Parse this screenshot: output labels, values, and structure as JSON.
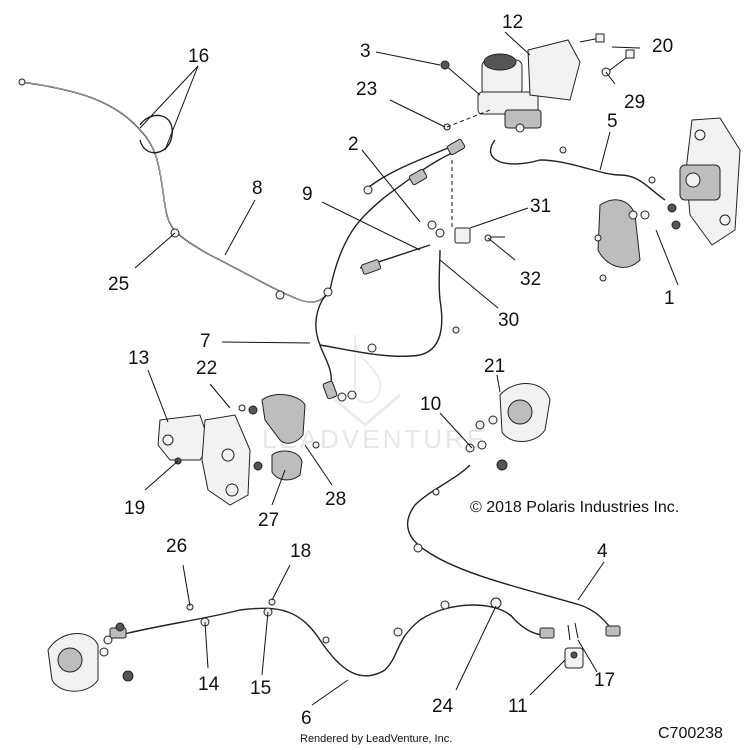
{
  "callouts": [
    {
      "id": "c1",
      "label": "1"
    },
    {
      "id": "c2",
      "label": "2"
    },
    {
      "id": "c3",
      "label": "3"
    },
    {
      "id": "c4",
      "label": "4"
    },
    {
      "id": "c5",
      "label": "5"
    },
    {
      "id": "c6",
      "label": "6"
    },
    {
      "id": "c7",
      "label": "7"
    },
    {
      "id": "c8",
      "label": "8"
    },
    {
      "id": "c9",
      "label": "9"
    },
    {
      "id": "c10",
      "label": "10"
    },
    {
      "id": "c11",
      "label": "11"
    },
    {
      "id": "c12",
      "label": "12"
    },
    {
      "id": "c13",
      "label": "13"
    },
    {
      "id": "c14",
      "label": "14"
    },
    {
      "id": "c15",
      "label": "15"
    },
    {
      "id": "c16",
      "label": "16"
    },
    {
      "id": "c17",
      "label": "17"
    },
    {
      "id": "c18",
      "label": "18"
    },
    {
      "id": "c19",
      "label": "19"
    },
    {
      "id": "c20",
      "label": "20"
    },
    {
      "id": "c21",
      "label": "21"
    },
    {
      "id": "c22",
      "label": "22"
    },
    {
      "id": "c23",
      "label": "23"
    },
    {
      "id": "c24",
      "label": "24"
    },
    {
      "id": "c25",
      "label": "25"
    },
    {
      "id": "c26",
      "label": "26"
    },
    {
      "id": "c27",
      "label": "27"
    },
    {
      "id": "c28",
      "label": "28"
    },
    {
      "id": "c29",
      "label": "29"
    },
    {
      "id": "c30",
      "label": "30"
    },
    {
      "id": "c31",
      "label": "31"
    },
    {
      "id": "c32",
      "label": "32"
    }
  ],
  "copyright": "© 2018 Polaris Industries Inc.",
  "drawing_code": "C700238",
  "rendered_by": "Rendered by LeadVenture, Inc.",
  "watermark": "LEADVENTURE"
}
